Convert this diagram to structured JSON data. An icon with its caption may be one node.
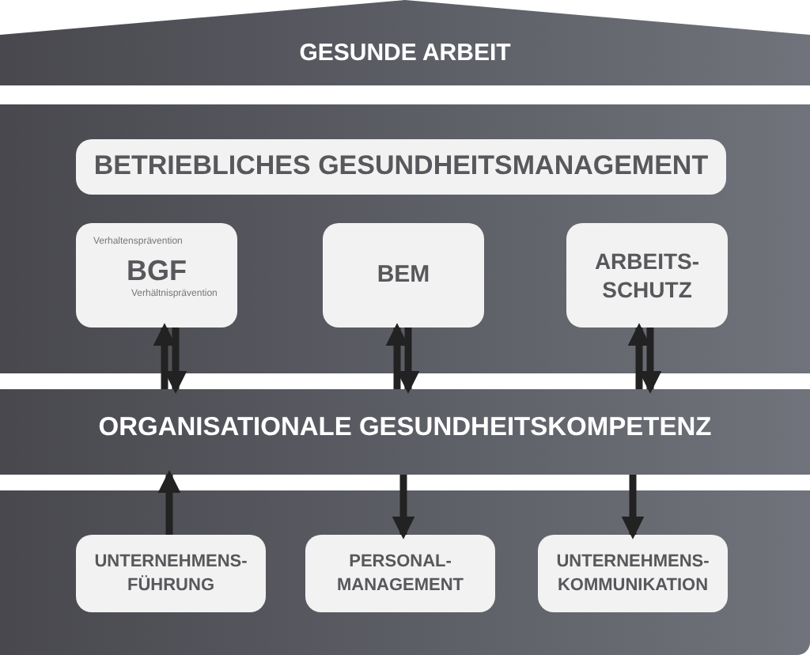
{
  "diagram": {
    "nodes": [
      {
        "text": [
          "GESUNDE ARBEIT"
        ]
      },
      {
        "text": [],
        "shape": "box"
      },
      {
        "text": [
          "BETRIEBLICHES GESUNDHEITSMANAGEMENT"
        ],
        "in": 1
      },
      {
        "text": [
          "Verhaltensprävention",
          "BGF",
          "Verhältnisprävention"
        ],
        "in": 1
      },
      {
        "text": [
          "BEM"
        ],
        "in": 1
      },
      {
        "text": [
          "ARBEITS- SCHUTZ"
        ],
        "in": 1
      },
      {
        "text": [
          "ORGANISATIONALE GESUNDHEITSKOMPETENZ"
        ]
      },
      {
        "text": [],
        "shape": "box"
      },
      {
        "text": [
          "UNTERNEHMENS- FÜHRUNG"
        ],
        "in": 7
      },
      {
        "text": [
          "PERSONAL- MANAGEMENT"
        ],
        "in": 7
      },
      {
        "text": [
          "UNTERNEHMENS- KOMMUNIKATION"
        ],
        "in": 7
      }
    ],
    "edges": [
      {
        "from": 6,
        "to": 3,
        "arrow": "to"
      },
      {
        "from": 3,
        "to": 6,
        "arrow": "to"
      },
      {
        "from": 6,
        "to": 4,
        "arrow": "to"
      },
      {
        "from": 4,
        "to": 6,
        "arrow": "to"
      },
      {
        "from": 6,
        "to": 5,
        "arrow": "to"
      },
      {
        "from": 5,
        "to": 6,
        "arrow": "to"
      },
      {
        "from": 8,
        "to": 6,
        "arrow": "to"
      },
      {
        "from": 6,
        "to": 9,
        "arrow": "to"
      },
      {
        "from": 6,
        "to": 10,
        "arrow": "to"
      }
    ]
  }
}
